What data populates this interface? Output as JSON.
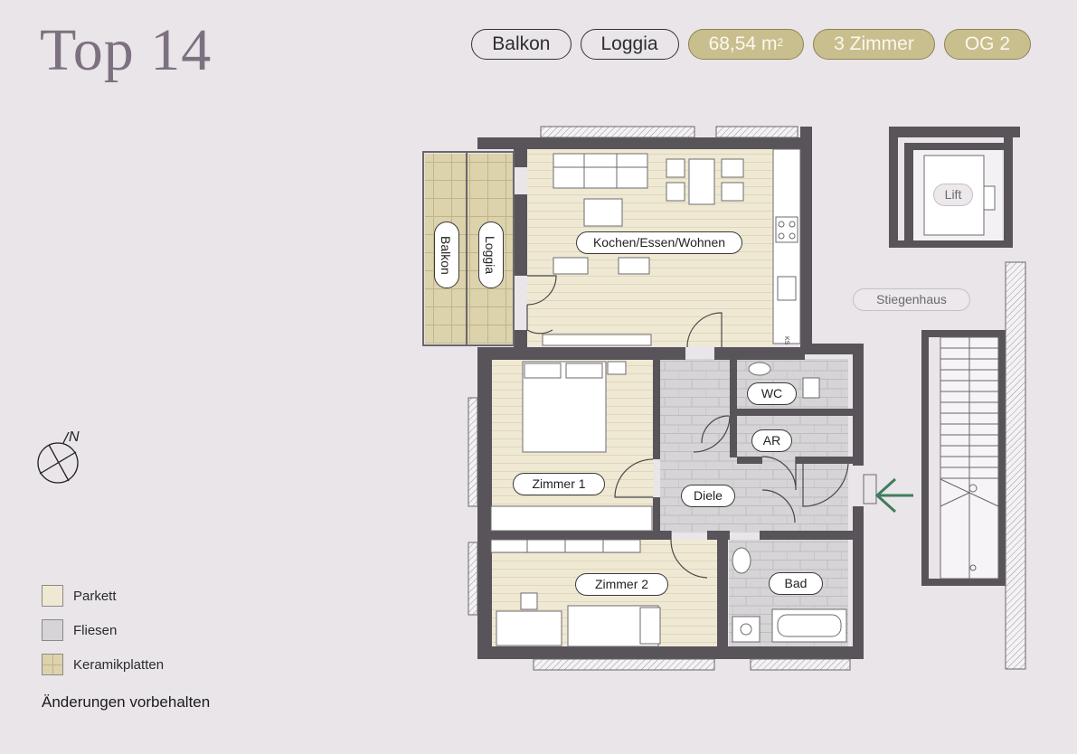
{
  "header": {
    "title": "Top 14",
    "badges": [
      {
        "label": "Balkon",
        "style": "outline"
      },
      {
        "label": "Loggia",
        "style": "outline"
      },
      {
        "label": "68,54 m",
        "sup": "2",
        "style": "filled"
      },
      {
        "label": "3 Zimmer",
        "style": "filled"
      },
      {
        "label": "OG 2",
        "style": "filled"
      }
    ]
  },
  "plan": {
    "rooms": {
      "kitchen": "Kochen/Essen/Wohnen",
      "balkon": "Balkon",
      "loggia": "Loggia",
      "wc": "WC",
      "ar": "AR",
      "diele": "Diele",
      "zimmer1": "Zimmer 1",
      "zimmer2": "Zimmer 2",
      "bad": "Bad",
      "lift": "Lift",
      "stiegenhaus": "Stiegenhaus"
    },
    "small_text": "KS",
    "entrance_arrow_color": "#3f7d5a"
  },
  "compass": {
    "letter": "N"
  },
  "legend": [
    {
      "label": "Parkett",
      "color": "#efe9d4"
    },
    {
      "label": "Fliesen",
      "color": "#d6d4d6"
    },
    {
      "label": "Keramikplatten",
      "color": "#dcd2ac"
    }
  ],
  "footer": {
    "disclaimer": "Änderungen vorbehalten"
  },
  "colors": {
    "background": "#e9e5e8",
    "wall": "#58545a",
    "title": "#7d7180",
    "badge_fill": "#c9bf8e"
  }
}
